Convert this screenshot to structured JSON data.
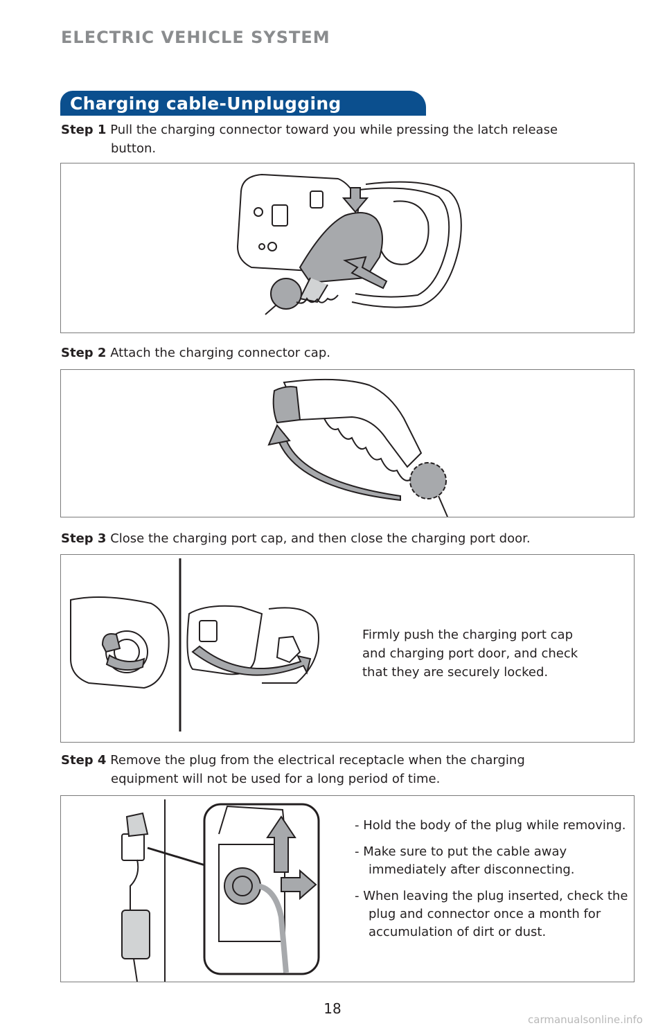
{
  "header": {
    "title": "ELECTRIC VEHICLE SYSTEM"
  },
  "section": {
    "title": "Charging cable-Unplugging"
  },
  "steps": [
    {
      "label": "Step 1",
      "text_line1": "Pull the charging connector toward you while pressing the latch release",
      "text_line2": "button."
    },
    {
      "label": "Step 2",
      "text": "Attach the charging connector cap."
    },
    {
      "label": "Step 3",
      "text": "Close the charging port cap, and then close the charging port door."
    },
    {
      "label": "Step 4",
      "text_line1": "Remove the plug from the electrical receptacle when the charging",
      "text_line2": "equipment will not be used for a long period of time."
    }
  ],
  "step3_note": {
    "line1": "Firmly push the charging port cap",
    "line2": "and charging port door, and check",
    "line3": "that they are securely locked."
  },
  "step4_bullets": [
    "- Hold the body of the plug while removing.",
    "- Make sure to put the cable away immediately after disconnecting.",
    "- When leaving the plug inserted, check the plug and connector once a month for accumulation of dirt or dust."
  ],
  "footer": {
    "page_number": "18",
    "watermark": "carmanualsonline.info"
  },
  "colors": {
    "section_tab": "#0b4f8e",
    "header_text": "#8a8c8e",
    "illustration_gray": "#a7a9ac"
  }
}
